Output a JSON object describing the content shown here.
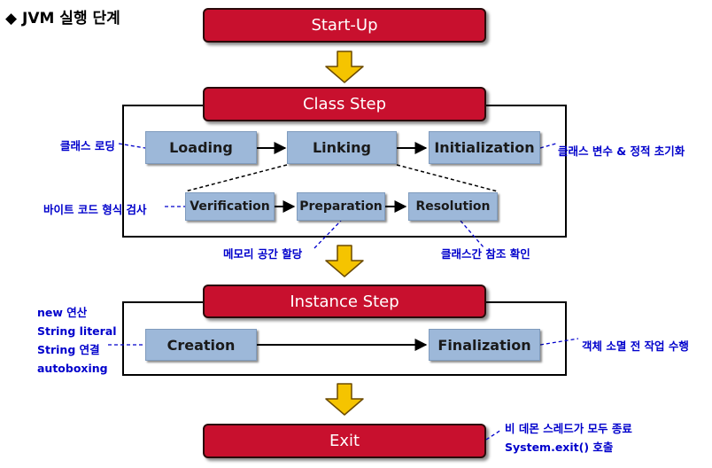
{
  "title": "◆ JVM 실행 단계",
  "stages": {
    "startup": "Start-Up",
    "class_step": "Class Step",
    "instance_step": "Instance Step",
    "exit": "Exit"
  },
  "class_step": {
    "loading": "Loading",
    "linking": "Linking",
    "initialization": "Initialization",
    "verification": "Verification",
    "preparation": "Preparation",
    "resolution": "Resolution"
  },
  "instance_step": {
    "creation": "Creation",
    "finalization": "Finalization"
  },
  "notes": {
    "loading": "클래스 로딩",
    "initialization": "클래스 변수 & 정적 초기화",
    "verification": "바이트 코드 형식 검사",
    "preparation": "메모리 공간 할당",
    "resolution": "클래스간 참조 확인",
    "creation": [
      "new 연산",
      "String literal",
      "String 연결",
      "autoboxing"
    ],
    "finalization": "객체 소멸 전 작업 수행",
    "exit": [
      "비 데몬 스레드가 모두 종료",
      "System.exit() 호출"
    ]
  },
  "colors": {
    "stage": "#c8102e",
    "box": "#9db8d9",
    "note": "#0000cc",
    "arrow_fill": "#f5c400",
    "arrow_stroke": "#6b4a00"
  }
}
